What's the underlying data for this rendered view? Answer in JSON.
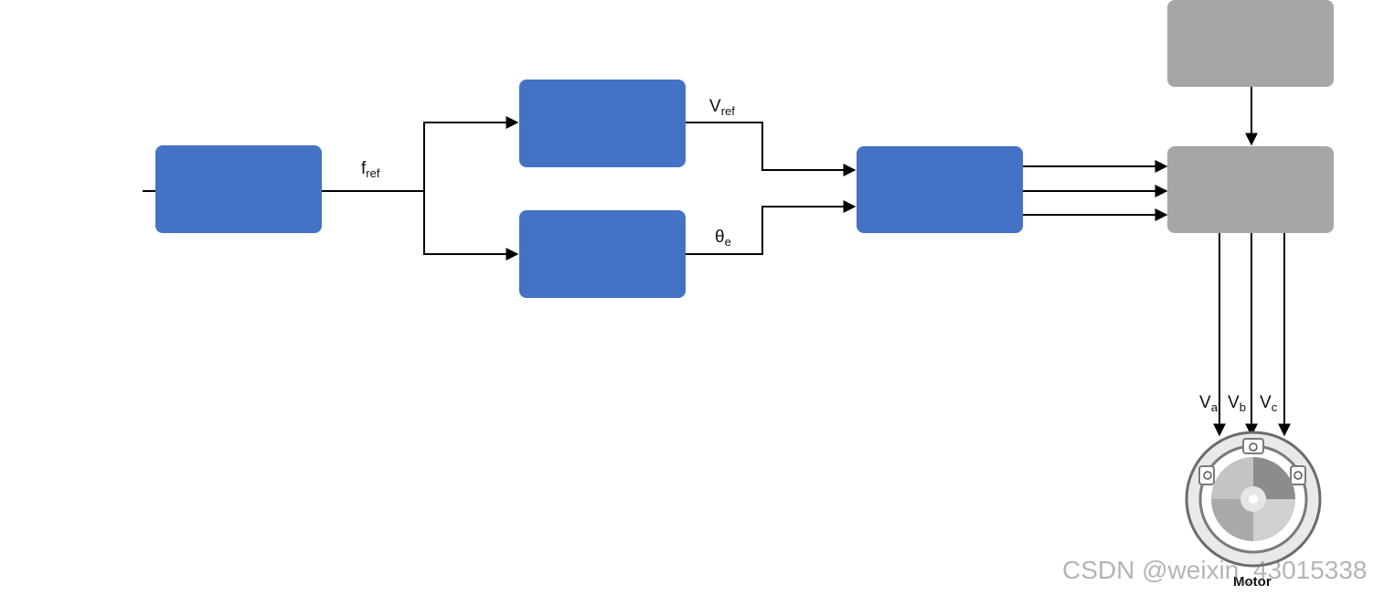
{
  "labels": {
    "f_main": "f",
    "f_sub": "ref",
    "v_main": "V",
    "v_sub": "ref",
    "theta_main": "θ",
    "theta_sub": "e",
    "va_main": "V",
    "va_sub": "a",
    "vb_main": "V",
    "vb_sub": "b",
    "vc_main": "V",
    "vc_sub": "c"
  },
  "motor_label": "Motor",
  "watermark": "CSDN @weixin_43015338",
  "colors": {
    "block_blue": "#4472c4",
    "block_gray": "#a6a6a6",
    "line": "#000000"
  }
}
